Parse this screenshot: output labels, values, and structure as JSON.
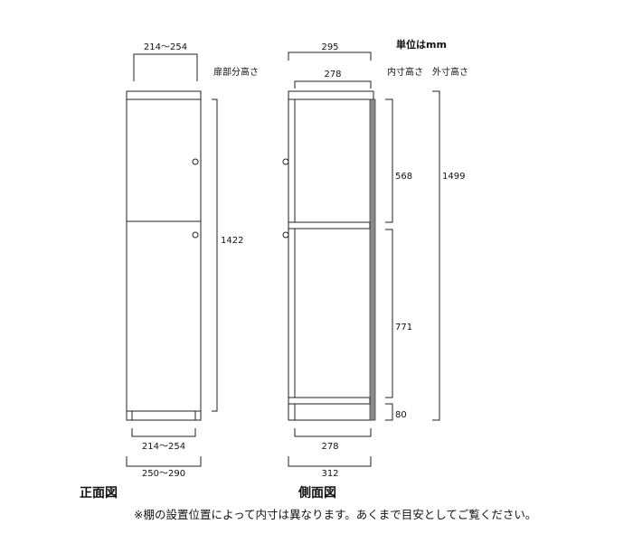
{
  "unit_label": "単位はmm",
  "front_view": {
    "title": "正面図",
    "door_height_label": "扉部分高さ",
    "top_width": "214～254",
    "door_height": "1422",
    "bottom_inner_width": "214～254",
    "bottom_outer_width": "250～290"
  },
  "side_view": {
    "title": "側面図",
    "inner_height_label": "内寸高さ",
    "outer_height_label": "外寸高さ",
    "top_outer_depth": "295",
    "top_inner_depth": "278",
    "upper_inner_height": "568",
    "lower_inner_height": "771",
    "base_height": "80",
    "outer_height": "1499",
    "bottom_inner_depth": "278",
    "bottom_outer_depth": "312"
  },
  "note": "※棚の設置位置によって内寸は異なります。あくまで目安としてご覧ください。"
}
